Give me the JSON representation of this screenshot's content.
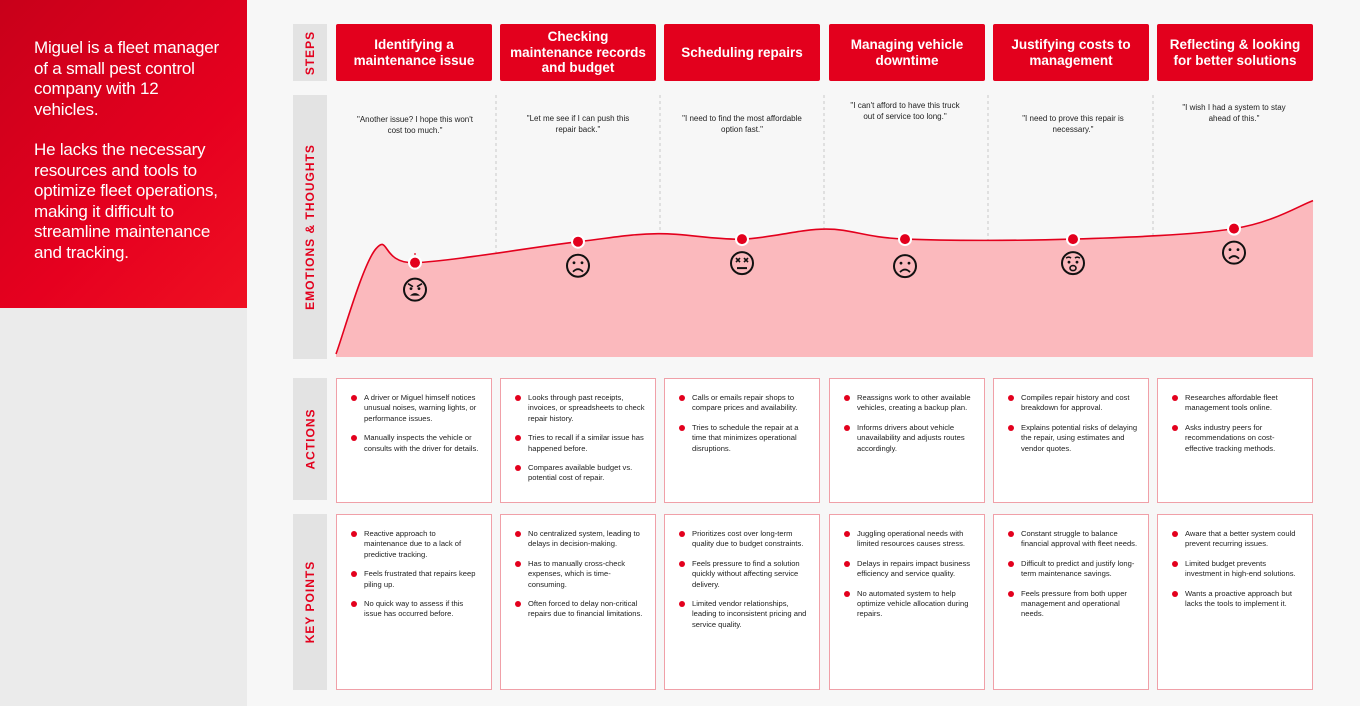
{
  "persona": {
    "paragraph1": "Miguel is a fleet manager of a small pest control company with 12 vehicles.",
    "paragraph2": "He lacks the necessary resources and tools to optimize fleet operations, making it difficult to streamline maintenance and tracking."
  },
  "row_labels": {
    "steps": "STEPS",
    "emotions": "EMOTIONS & THOUGHTS",
    "actions": "ACTIONS",
    "key_points": "KEY POINTS"
  },
  "colors": {
    "accent": "#e3001d",
    "curve_fill": "#fbb9bd",
    "card_border": "#f0a0a8"
  },
  "steps": [
    {
      "title": "Identifying a maintenance issue",
      "quote": "\"Another issue? I hope this won't cost too much.\"",
      "emotion": {
        "level": 0.36,
        "face": "angry-face-icon"
      },
      "actions": [
        "A driver or Miguel himself notices unusual noises, warning lights, or performance issues.",
        "Manually inspects the vehicle or consults with the driver for details."
      ],
      "key_points": [
        "Reactive approach to maintenance due to a lack of predictive tracking.",
        "Feels frustrated that repairs keep piling up.",
        "No quick way to assess if this issue has occurred before."
      ]
    },
    {
      "title": "Checking maintenance records and budget",
      "quote": "\"Let me see if I can push this repair back.\"",
      "emotion": {
        "level": 0.44,
        "face": "sad-face-icon"
      },
      "actions": [
        "Looks through past receipts, invoices, or spreadsheets to check repair history.",
        "Tries to recall if a similar issue has happened before.",
        "Compares available budget vs. potential cost of repair."
      ],
      "key_points": [
        "No centralized system, leading to delays in decision-making.",
        "Has to manually cross-check expenses, which is time-consuming.",
        "Often forced to delay non-critical repairs due to financial limitations."
      ]
    },
    {
      "title": "Scheduling repairs",
      "quote": "\"I need to find the most affordable option fast.\"",
      "emotion": {
        "level": 0.45,
        "face": "dizzy-face-icon"
      },
      "actions": [
        "Calls or emails repair shops to compare prices and availability.",
        "Tries to schedule the repair at a time that minimizes operational disruptions."
      ],
      "key_points": [
        "Prioritizes cost over long-term quality due to budget constraints.",
        "Feels pressure to find a solution quickly without affecting service delivery.",
        "Limited vendor relationships, leading to inconsistent pricing and service quality."
      ]
    },
    {
      "title": "Managing vehicle downtime",
      "quote": "\"I can't afford to have this truck out of service too long.\"",
      "emotion": {
        "level": 0.45,
        "face": "worried-face-icon"
      },
      "actions": [
        "Reassigns work to other available vehicles, creating a backup plan.",
        "Informs drivers about vehicle unavailability and adjusts routes accordingly."
      ],
      "key_points": [
        "Juggling operational needs with limited resources causes stress.",
        "Delays in repairs impact business efficiency and service quality.",
        "No automated system to help optimize vehicle allocation during repairs."
      ]
    },
    {
      "title": "Justifying costs to management",
      "quote": "\"I need to prove this repair is necessary.\"",
      "emotion": {
        "level": 0.45,
        "face": "anxious-face-icon"
      },
      "actions": [
        "Compiles repair history and cost breakdown for approval.",
        "Explains potential risks of delaying the repair, using estimates and vendor quotes."
      ],
      "key_points": [
        "Constant struggle to balance financial approval with fleet needs.",
        "Difficult to predict and justify long-term maintenance savings.",
        "Feels pressure from both upper management and operational needs."
      ]
    },
    {
      "title": "Reflecting & looking for better solutions",
      "quote": "\"I wish I had a system to stay ahead of this.\"",
      "emotion": {
        "level": 0.49,
        "face": "frown-face-icon"
      },
      "actions": [
        "Researches affordable fleet management tools online.",
        "Asks industry peers for recommendations on cost-effective tracking methods."
      ],
      "key_points": [
        "Aware that a better system could prevent recurring issues.",
        "Limited budget prevents investment in high-end solutions.",
        "Wants a proactive approach but lacks the tools to implement it."
      ]
    }
  ]
}
